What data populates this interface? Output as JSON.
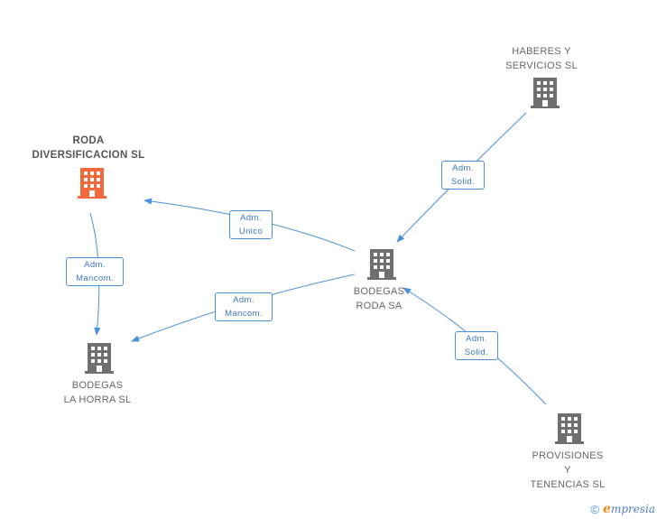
{
  "nodes": {
    "roda": {
      "label": "RODA\nDIVERSIFICACION SL",
      "color": "#f26a3b"
    },
    "habe": {
      "label": "HABERES Y\nSERVICIOS SL",
      "color": "#6f6f6f"
    },
    "bodr": {
      "label": "BODEGAS\nRODA SA",
      "color": "#6f6f6f"
    },
    "horr": {
      "label": "BODEGAS\nLA HORRA SL",
      "color": "#6f6f6f"
    },
    "prov": {
      "label": "PROVISIONES\nY\nTENENCIAS  SL",
      "color": "#6f6f6f"
    }
  },
  "edges": {
    "e1": {
      "label": "Adm.\nSolid."
    },
    "e2": {
      "label": "Adm.\nUnico"
    },
    "e3": {
      "label": "Adm.\nMancom."
    },
    "e4": {
      "label": "Adm.\nMancom."
    },
    "e5": {
      "label": "Adm.\nSolid."
    }
  },
  "line_color": "#4a8fd8",
  "footer": {
    "copyright": "©",
    "brand_e": "e",
    "brand_rest": "mpresia"
  }
}
